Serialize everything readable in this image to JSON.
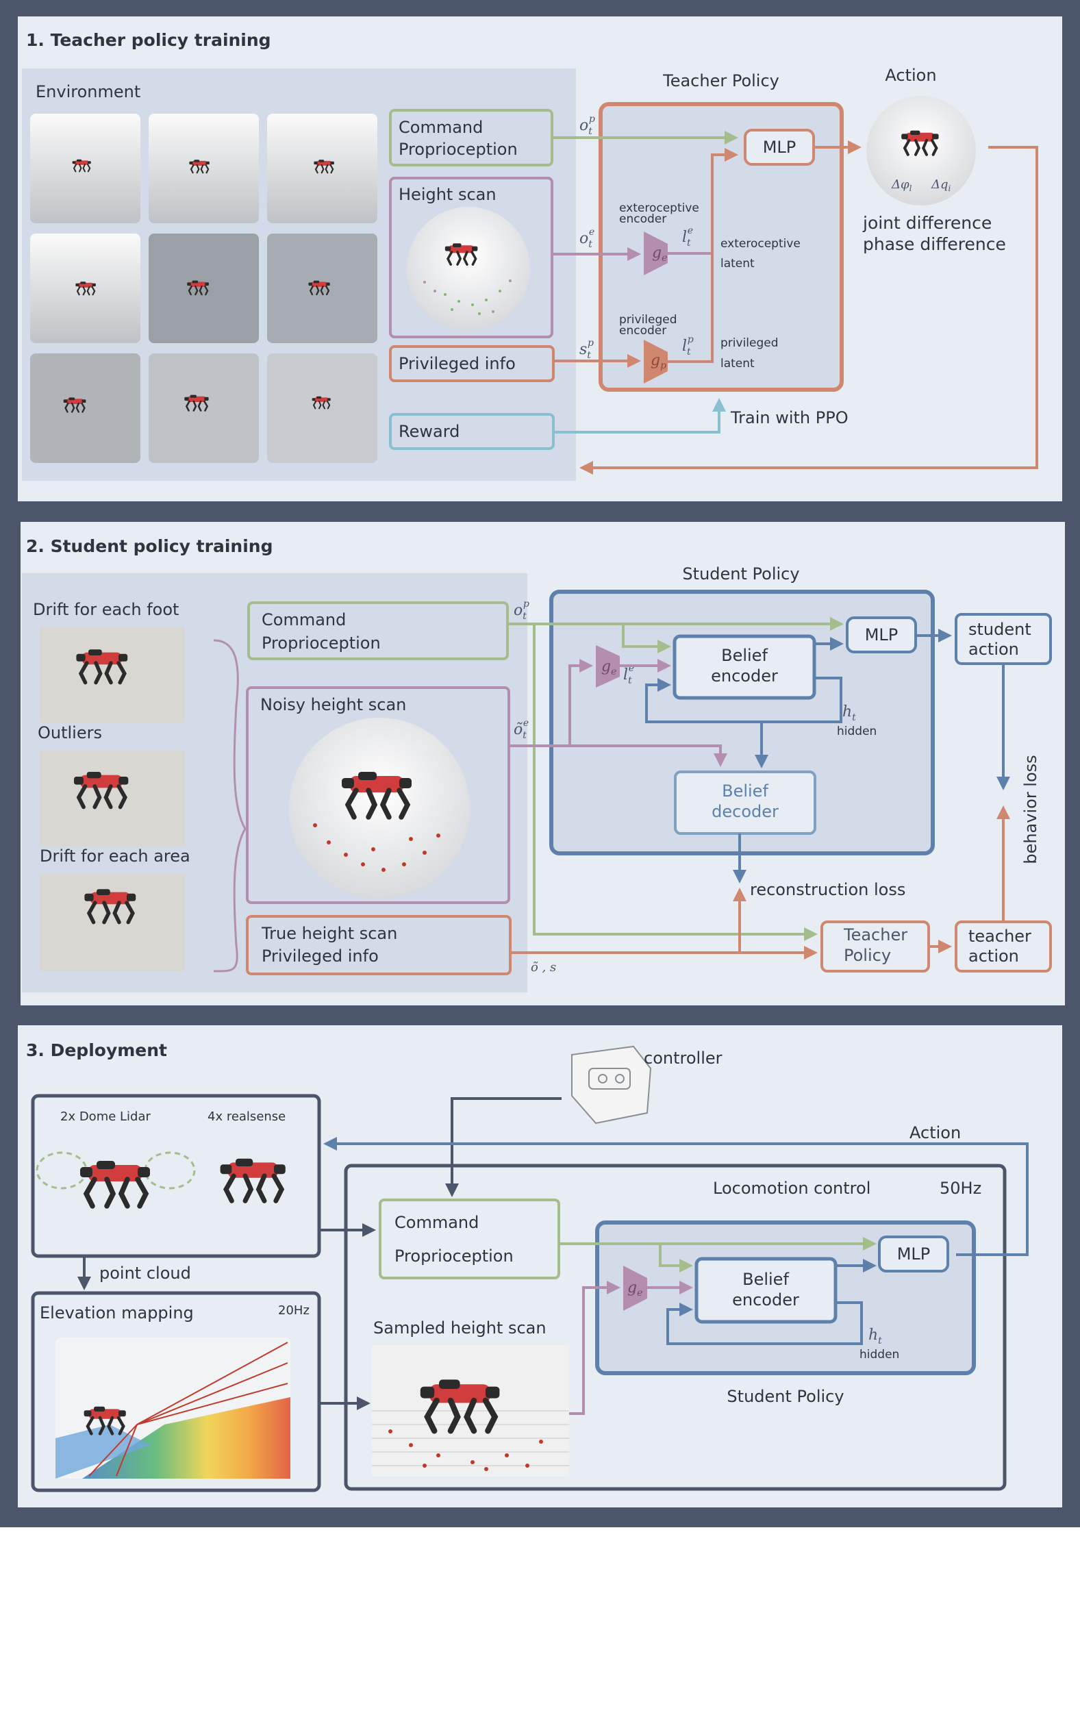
{
  "colors": {
    "frame": "#4c566a",
    "panel": "#e8edf4",
    "env_bg": "#d4dbe8",
    "green": "#a3be8c",
    "purple": "#b48ead",
    "orange": "#d08770",
    "cyan": "#88c0d0",
    "blue": "#5e81ac",
    "gray": "#4c566a"
  },
  "section1": {
    "title": "1. Teacher policy training",
    "environment_label": "Environment",
    "command_line1": "Command",
    "command_line2": "Proprioception",
    "height_scan": "Height scan",
    "privileged_info": "Privileged info",
    "reward": "Reward",
    "teacher_policy": "Teacher Policy",
    "mlp": "MLP",
    "action": "Action",
    "action_desc1": "joint difference",
    "action_desc2": "phase difference",
    "phi_label": "Δφ",
    "phi_sub": "l",
    "q_label": "Δq",
    "q_sub": "i",
    "extero_encoder1": "exteroceptive",
    "extero_encoder2": "encoder",
    "priv_encoder1": "privileged",
    "priv_encoder2": "encoder",
    "ge": "g",
    "ge_sub": "e",
    "gp": "g",
    "gp_sub": "p",
    "extero_latent1": "exteroceptive",
    "extero_latent2": "latent",
    "priv_latent1": "privileged",
    "priv_latent2": "latent",
    "o_p": "o",
    "o_e": "o",
    "s_p": "s",
    "l_e": "l",
    "l_p": "l",
    "sub_t": "t",
    "sup_p": "p",
    "sup_e": "e",
    "train_ppo": "Train with PPO"
  },
  "section2": {
    "title": "2. Student policy training",
    "drift_foot": "Drift for each foot",
    "outliers": "Outliers",
    "drift_area": "Drift for each area",
    "command_line1": "Command",
    "command_line2": "Proprioception",
    "noisy_height_scan": "Noisy height scan",
    "true_height1": "True height scan",
    "true_height2": "Privileged info",
    "student_policy": "Student Policy",
    "mlp": "MLP",
    "belief_encoder1": "Belief",
    "belief_encoder2": "encoder",
    "belief_decoder1": "Belief",
    "belief_decoder2": "decoder",
    "student_action1": "student",
    "student_action2": "action",
    "teacher_policy1": "Teacher",
    "teacher_policy2": "Policy",
    "teacher_action1": "teacher",
    "teacher_action2": "action",
    "behavior_loss": "behavior loss",
    "reconstruction_loss": "reconstruction loss",
    "h": "h",
    "h_sub": "t",
    "hidden": "hidden",
    "ge": "g",
    "ge_sub": "e",
    "o_p": "o",
    "o_e": "õ",
    "le": "l̃",
    "oe_sp": "õ , s",
    "sub_t": "t",
    "sup_p": "p",
    "sup_e": "e"
  },
  "section3": {
    "title": "3. Deployment",
    "controller": "controller",
    "dome_lidar": "2x Dome Lidar",
    "realsense": "4x realsense",
    "point_cloud": "point cloud",
    "elevation_mapping": "Elevation mapping",
    "hz20": "20Hz",
    "action": "Action",
    "locomotion_control": "Locomotion control",
    "hz50": "50Hz",
    "command_line1": "Command",
    "command_line2": "Proprioception",
    "sampled_height_scan": "Sampled height scan",
    "belief_encoder1": "Belief",
    "belief_encoder2": "encoder",
    "mlp": "MLP",
    "student_policy": "Student Policy",
    "h": "h",
    "h_sub": "t",
    "hidden": "hidden",
    "ge": "g",
    "ge_sub": "e"
  }
}
